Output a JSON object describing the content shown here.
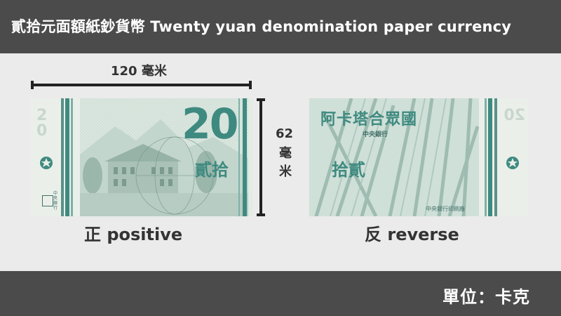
{
  "header": {
    "title": "貳拾元面額紙鈔貨幣 Twenty yuan denomination paper currency"
  },
  "dimensions": {
    "width_label": "120 毫米",
    "height_number": "62",
    "height_unit_1": "毫",
    "height_unit_2": "米"
  },
  "front": {
    "caption": "正 positive",
    "numeral": "20",
    "chinese_value": "貳拾",
    "small_vertical": "中央銀行",
    "seal_text": "中央銀行",
    "side_numeral": "20"
  },
  "back": {
    "caption": "反 reverse",
    "country_title": "阿卡塔合眾國",
    "bank_name": "中央銀行",
    "chinese_value": "拾貳",
    "printer": "中央銀行印刷廠",
    "side_numeral": "20"
  },
  "footer": {
    "unit_text": "單位：卡克"
  },
  "colors": {
    "accent": "#3f8a80",
    "bar": "#4b4b4b",
    "note_bg": "#e9efe8"
  }
}
